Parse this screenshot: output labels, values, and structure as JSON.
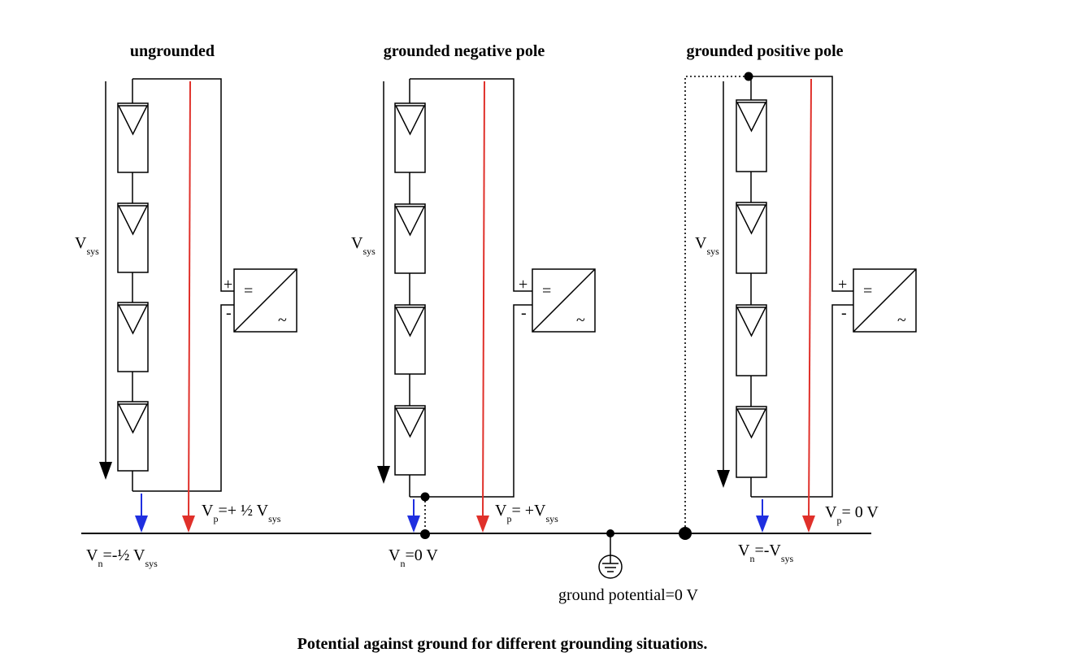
{
  "panels": [
    {
      "title": "ungrounded",
      "vsys": {
        "main": "V",
        "sub": "sys"
      },
      "plus": "+",
      "minus": "-",
      "inverter": {
        "dc": "=",
        "ac": "~"
      },
      "vp": {
        "main": "V",
        "sub1": "p",
        "eq": "=+ ½ V",
        "sub2": "sys"
      },
      "vn": {
        "main": "V",
        "sub1": "n",
        "eq": "=-½ V",
        "sub2": "sys"
      }
    },
    {
      "title": "grounded negative pole",
      "vsys": {
        "main": "V",
        "sub": "sys"
      },
      "plus": "+",
      "minus": "-",
      "inverter": {
        "dc": "=",
        "ac": "~"
      },
      "vp": {
        "main": "V",
        "sub1": "p",
        "eq": "= +V",
        "sub2": "sys"
      },
      "vn": {
        "main": "V",
        "sub1": "n",
        "eq": "=0 V",
        "sub2": ""
      }
    },
    {
      "title": "grounded positive pole",
      "vsys": {
        "main": "V",
        "sub": "sys"
      },
      "plus": "+",
      "minus": "-",
      "inverter": {
        "dc": "=",
        "ac": "~"
      },
      "vp": {
        "main": "V",
        "sub1": "p",
        "eq": "= 0 V",
        "sub2": ""
      },
      "vn": {
        "main": "V",
        "sub1": "n",
        "eq": "=-V",
        "sub2": "sys"
      }
    }
  ],
  "ground_label": "ground potential=0 V",
  "caption": "Potential against ground for different grounding situations.",
  "colors": {
    "line": "#000000",
    "red_arrow": "#e0302a",
    "blue_arrow": "#1f2fe0"
  }
}
